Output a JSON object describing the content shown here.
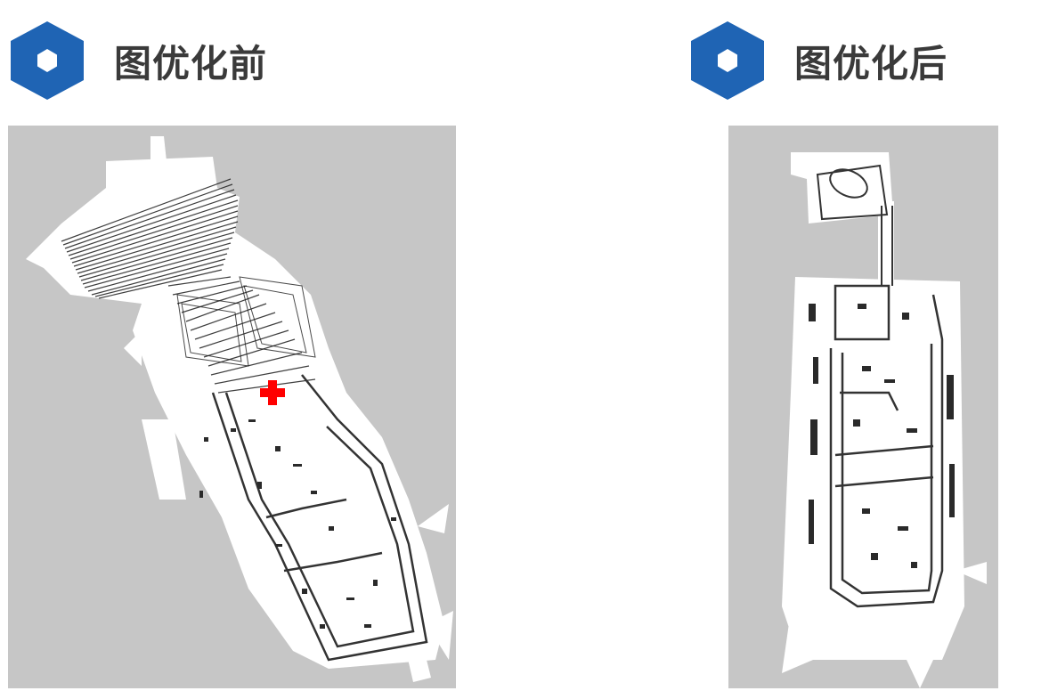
{
  "left_panel": {
    "heading": "图优化前",
    "icon": "hexagon-icon",
    "map_image": "occupancy-grid-map-before-optimization"
  },
  "right_panel": {
    "heading": "图优化后",
    "icon": "hexagon-icon",
    "map_image": "occupancy-grid-map-after-optimization"
  },
  "colors": {
    "accent_blue": "#1f64b4",
    "heading_text": "#3a3a3a",
    "map_unknown": "#c6c6c6",
    "map_free": "#ffffff",
    "map_obstacle": "#1e1e1e",
    "marker_red": "#ff0000"
  }
}
